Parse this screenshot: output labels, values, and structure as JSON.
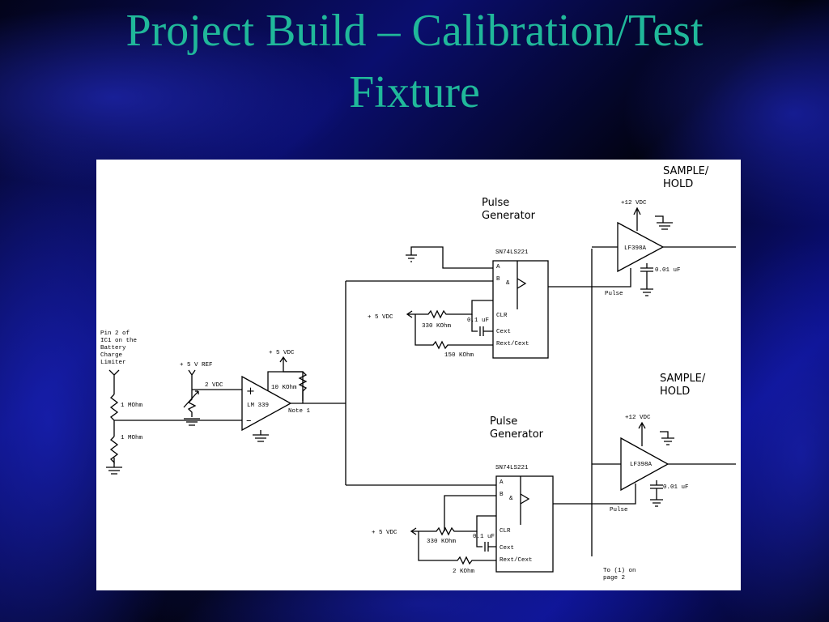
{
  "slide": {
    "title_line1": "Project Build – Calibration/Test",
    "title_line2": "Fixture"
  },
  "colors": {
    "title": "#20b89a",
    "background": "#0a0e6e",
    "panel": "#ffffff"
  },
  "schematic": {
    "sample_hold_top": [
      "SAMPLE/",
      "HOLD"
    ],
    "sample_hold_bottom": [
      "SAMPLE/",
      "HOLD"
    ],
    "pulse_gen_top": [
      "Pulse",
      "Generator"
    ],
    "pulse_gen_bottom": [
      "Pulse",
      "Generator"
    ],
    "chip_top": "SN74LS221",
    "chip_bottom": "SN74LS221",
    "pin_a": "A",
    "pin_b": "B",
    "and_symbol": "&",
    "clr": "CLR",
    "cext": "Cext",
    "rext_cext": "Rext/Cext",
    "vdc5_top": "+ 5 VDC",
    "vdc5_bottom": "+ 5 VDC",
    "r330_top": "330 KOhm",
    "r330_bottom": "330 KOhm",
    "c01_top": "0.1 uF",
    "c01_bottom": "0.1 uF",
    "r150": "150 KOhm",
    "r2k": "2 KOhm",
    "vdc12_top": "+12 VDC",
    "vdc12_bottom": "+12 VDC",
    "lf398_top": "LF398A",
    "lf398_bottom": "LF398A",
    "c001_top": "0.01 uF",
    "c001_bottom": "0.01 uF",
    "pulse_top": "Pulse",
    "pulse_bottom": "Pulse",
    "pin2_lines": [
      "Pin 2 of",
      "IC1 on the",
      "Battery",
      "Charge",
      "Limiter"
    ],
    "r1m_top": "1 MOhm",
    "r1m_bottom": "1 MOhm",
    "ref5": "+ 5 V REF",
    "vdc2": "2 VDC",
    "vdc5_comp": "+ 5 VDC",
    "r10k": "10 KOhm",
    "lm339": "LM 339",
    "note1": "Note 1",
    "plus": "+",
    "minus": "–",
    "to_page": [
      "To (1) on",
      "page 2"
    ]
  }
}
